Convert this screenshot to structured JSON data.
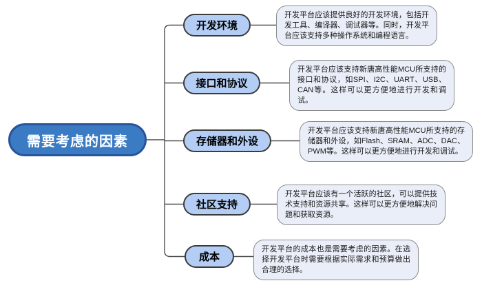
{
  "diagram": {
    "type": "mindmap",
    "root_label": "需要考虑的因素",
    "branches": [
      {
        "label": "开发环境",
        "detail": "开发平台应该提供良好的开发环境，包括开发工具、编译器、调试器等。同时，开发平台应该支持多种操作系统和编程语言。"
      },
      {
        "label": "接口和协议",
        "detail": "开发平台应该支持新唐高性能MCU所支持的接口和协议，如SPI、I2C、UART、USB、CAN等。这样可以更方便地进行开发和调试。"
      },
      {
        "label": "存储器和外设",
        "detail": "开发平台应该支持新唐高性能MCU所支持的存储器和外设，如Flash、SRAM、ADC、DAC、PWM等。这样可以更方便地进行开发和调试。"
      },
      {
        "label": "社区支持",
        "detail": "开发平台应该有一个活跃的社区，可以提供技术支持和资源共享。这样可以更方便地解决问题和获取资源。"
      },
      {
        "label": "成本",
        "detail": "开发平台的成本也是需要考虑的因素。在选择开发平台时需要根据实际需求和预算做出合理的选择。"
      }
    ],
    "colors": {
      "root_fill": "#3b7bc3",
      "root_border": "#27549b",
      "root_text": "#ffffff",
      "branch_fill": "#b3cdf4",
      "branch_border": "#3b3b3b",
      "detail_fill": "#eaeef8",
      "detail_border": "#8a8a8a",
      "connector": "#4f4f4f"
    }
  }
}
